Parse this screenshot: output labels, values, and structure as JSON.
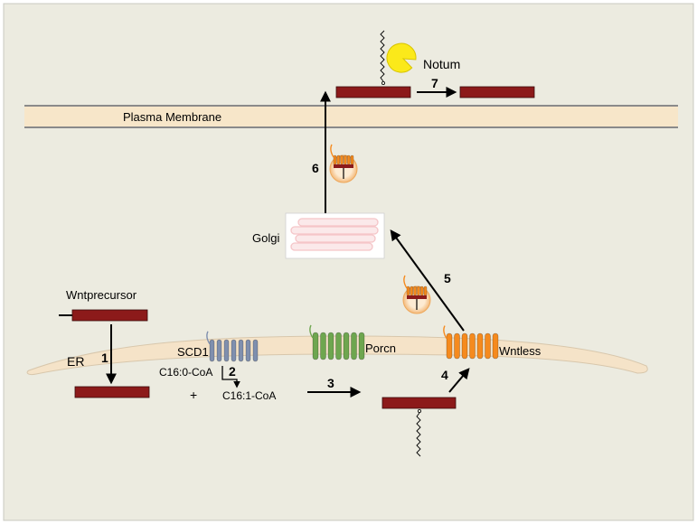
{
  "diagram": {
    "colors": {
      "background": "#ecebe0",
      "frame": "#c9c9c0",
      "membrane": "#f7e6c9",
      "membrane_line": "#8a8a8a",
      "er": "#f5e3c8",
      "er_edge": "#d8c7ac",
      "wnt_bar": "#8c1a1a",
      "scd1": "#7f8fae",
      "porcn": "#6ea64f",
      "wntless": "#f58a1e",
      "notum": "#fbe91a",
      "vesicle": "#fbe3c4",
      "golgi": "#f5c5c8"
    },
    "icons": {
      "notum": "pacman-enzyme-icon",
      "vesicle": "vesicle-icon",
      "palmitoleate": "lipid-chain-icon",
      "transmembrane": "transmembrane-protein-icon"
    },
    "labels": {
      "plasma_membrane": "Plasma Membrane",
      "notum": "Notum",
      "golgi": "Golgi",
      "wnt_precursor": "Wntprecursor",
      "er": "ER",
      "scd1": "SCD1",
      "porcn": "Porcn",
      "wntless": "Wntless",
      "c16_0": "C16:0-CoA",
      "c16_1": "C16:1-CoA",
      "plus": "+"
    },
    "steps": [
      "1",
      "2",
      "3",
      "4",
      "5",
      "6",
      "7"
    ]
  }
}
